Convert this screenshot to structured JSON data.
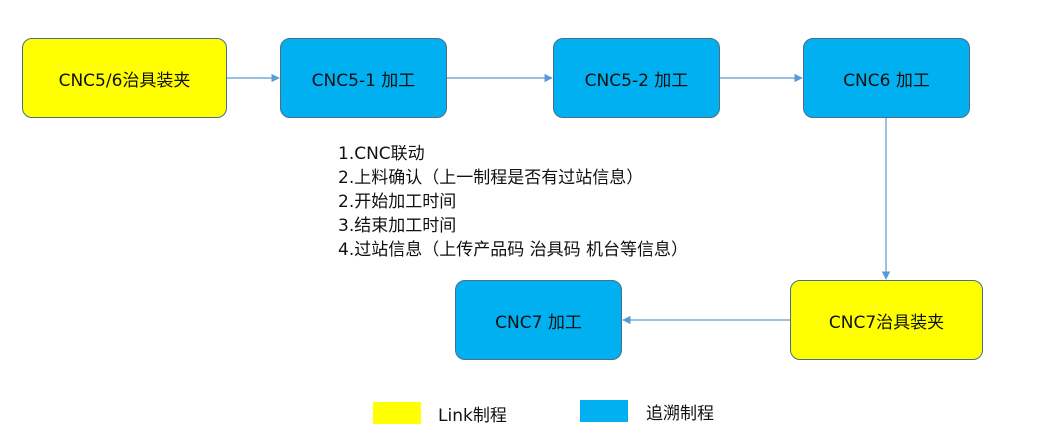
{
  "nodes": {
    "n1": "CNC5/6治具装夹",
    "n2": "CNC5-1 加工",
    "n3": "CNC5-2 加工",
    "n4": "CNC6 加工",
    "n5": "CNC7治具装夹",
    "n6": "CNC7 加工"
  },
  "notes": [
    "1.CNC联动",
    "2.上料确认（上一制程是否有过站信息）",
    "2.开始加工时间",
    "3.结束加工时间",
    "4.过站信息（上传产品码 治具码 机台等信息）"
  ],
  "legend": {
    "link_label": "Link制程",
    "trace_label": "追溯制程"
  },
  "colors": {
    "link": "#ffff00",
    "trace": "#00b0f0",
    "arrow": "#5b9bd5",
    "border": "#4a6e8a"
  }
}
